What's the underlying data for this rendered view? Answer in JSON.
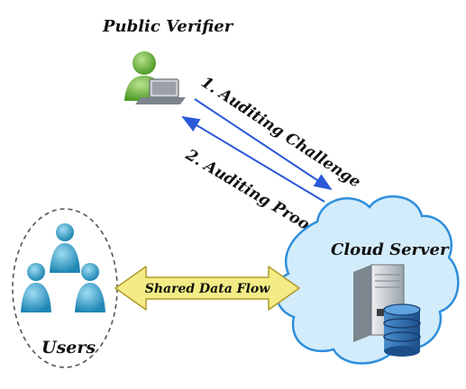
{
  "nodes": {
    "verifier": {
      "label": "Public Verifier",
      "icon": "person-laptop-icon"
    },
    "cloud": {
      "label": "Cloud Server",
      "icon": "server-database-icon"
    },
    "users": {
      "label": "Users",
      "icon": "user-group-icon"
    }
  },
  "edges": {
    "challenge": {
      "label": "1. Auditing Challenge"
    },
    "proof": {
      "label": "2. Auditing Proof"
    },
    "shared": {
      "label": "Shared Data Flow"
    }
  },
  "colors": {
    "person_green": "#6db23c",
    "person_blue": "#2e9fc9",
    "cloud_fill": "#d3ecfb",
    "cloud_stroke": "#2f8fdc",
    "arrow_blue": "#2b58d8",
    "flow_arrow_fill": "#f3ec86",
    "flow_arrow_stroke": "#b09a28",
    "database": "#2c6db0"
  }
}
